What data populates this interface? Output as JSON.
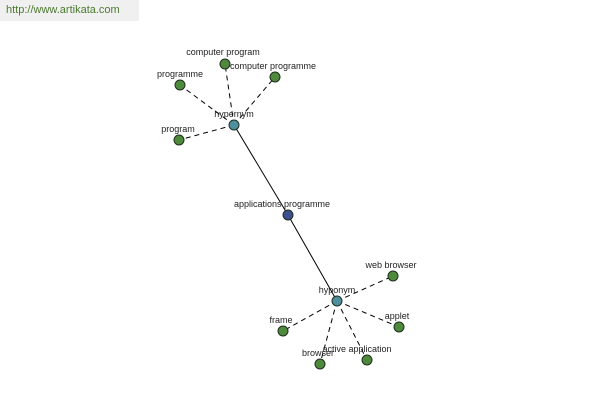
{
  "source_link": "http://www.artikata.com",
  "colors": {
    "leaf_node": "#4f8a3c",
    "relation_node": "#4f8fa0",
    "center_node": "#3c4f8f",
    "node_stroke": "#1f2f1f",
    "edge": "#000000",
    "link_text": "#4a7a30"
  },
  "graph": {
    "center": "applications programme",
    "relations": [
      {
        "label": "hypernym",
        "terms": [
          "programme",
          "computer program",
          "computer programme",
          "program"
        ]
      },
      {
        "label": "hyponym",
        "terms": [
          "web browser",
          "applet",
          "active application",
          "browser",
          "frame"
        ]
      }
    ]
  }
}
